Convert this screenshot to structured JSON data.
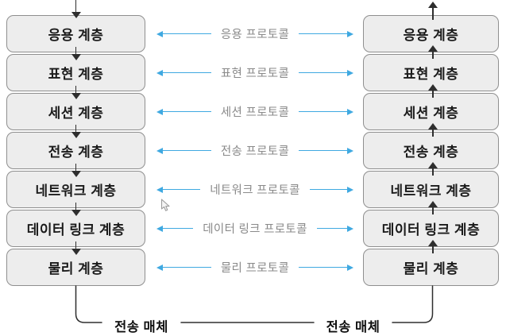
{
  "diagram": {
    "left_stack": {
      "layers": [
        "응용 계층",
        "표현 계층",
        "세션 계층",
        "전송 계층",
        "네트워크 계층",
        "데이터 링크 계층",
        "물리 계층"
      ]
    },
    "right_stack": {
      "layers": [
        "응용 계층",
        "표현 계층",
        "세션 계층",
        "전송 계층",
        "네트워크 계층",
        "데이터 링크 계층",
        "물리 계층"
      ]
    },
    "protocols": [
      "응용 프로토콜",
      "표현 프로토콜",
      "세션 프로토콜",
      "전송 프로토콜",
      "네트워크 프로토콜",
      "데이터 링크 프로토콜",
      "물리 프로토콜"
    ],
    "transmission_medium_left": "전송 매체",
    "transmission_medium_right": "전송 매체"
  },
  "colors": {
    "protocol_arrow_blue": "#3fa9e1",
    "box_fill": "#ededed",
    "box_border": "#8f8f8f",
    "protocol_label_gray": "#8a8a8a",
    "flow_arrow_dark": "#2e2e2e"
  }
}
